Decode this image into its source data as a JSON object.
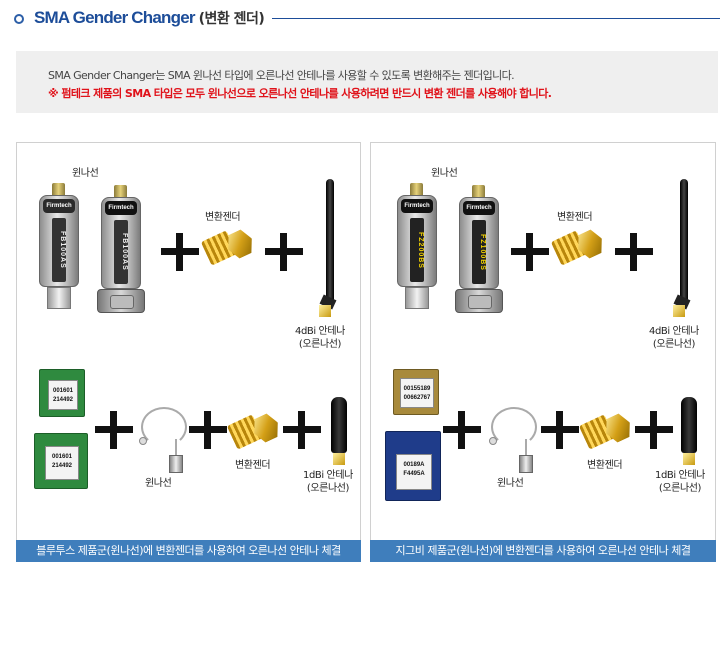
{
  "header": {
    "title": "SMA Gender Changer",
    "title_ko": "(변환 젠더)"
  },
  "notice": {
    "line1": "SMA Gender Changer는 SMA 윈나선 타입에 오른나선 안테나를 사용할 수 있도록 변환해주는 젠더입니다.",
    "line2": "※ 펌테크 제품의 SMA 타입은 모두 윈나선으로 오른나선 안테나를 사용하려면 반드시 변환 젠더를 사용해야 합니다."
  },
  "panels": {
    "left": {
      "label_left_thread": "윈나선",
      "label_gender": "변환젠더",
      "label_antenna_4dbi": "4dBi 안테나",
      "label_antenna_4dbi_sub": "(오른나선)",
      "dongle1_brand": "Firmtech",
      "dongle1_model": "FB100AS",
      "dongle2_brand": "Firmtech",
      "dongle2_model": "FB100AS",
      "module1_code": "001601",
      "module1_sub": "214492",
      "module2_code": "001601",
      "module2_sub": "214492",
      "label_left_thread2": "윈나선",
      "label_gender2": "변환젠더",
      "label_antenna_1dbi": "1dBi 안테나",
      "label_antenna_1dbi_sub": "(오른나선)",
      "footer": "블루투스 제품군(윈나선)에 변환젠더를 사용하여 오른나선 안테나 체결"
    },
    "right": {
      "label_left_thread": "윈나선",
      "label_gender": "변환젠더",
      "label_antenna_4dbi": "4dBi 안테나",
      "label_antenna_4dbi_sub": "(오른나선)",
      "dongle1_brand": "Firmtech",
      "dongle1_model": "FZ200BS",
      "dongle2_brand": "Firmtech",
      "dongle2_model": "FZ100BS",
      "module1_code": "00155189",
      "module1_sub": "00662767",
      "module2_code": "00189A",
      "module2_sub": "F4495A",
      "label_left_thread2": "윈나선",
      "label_gender2": "변환젠더",
      "label_antenna_1dbi": "1dBi 안테나",
      "label_antenna_1dbi_sub": "(오른나선)",
      "footer": "지그비 제품군(윈나선)에 변환젠더를 사용하여 오른나선 안테나 체결"
    }
  }
}
